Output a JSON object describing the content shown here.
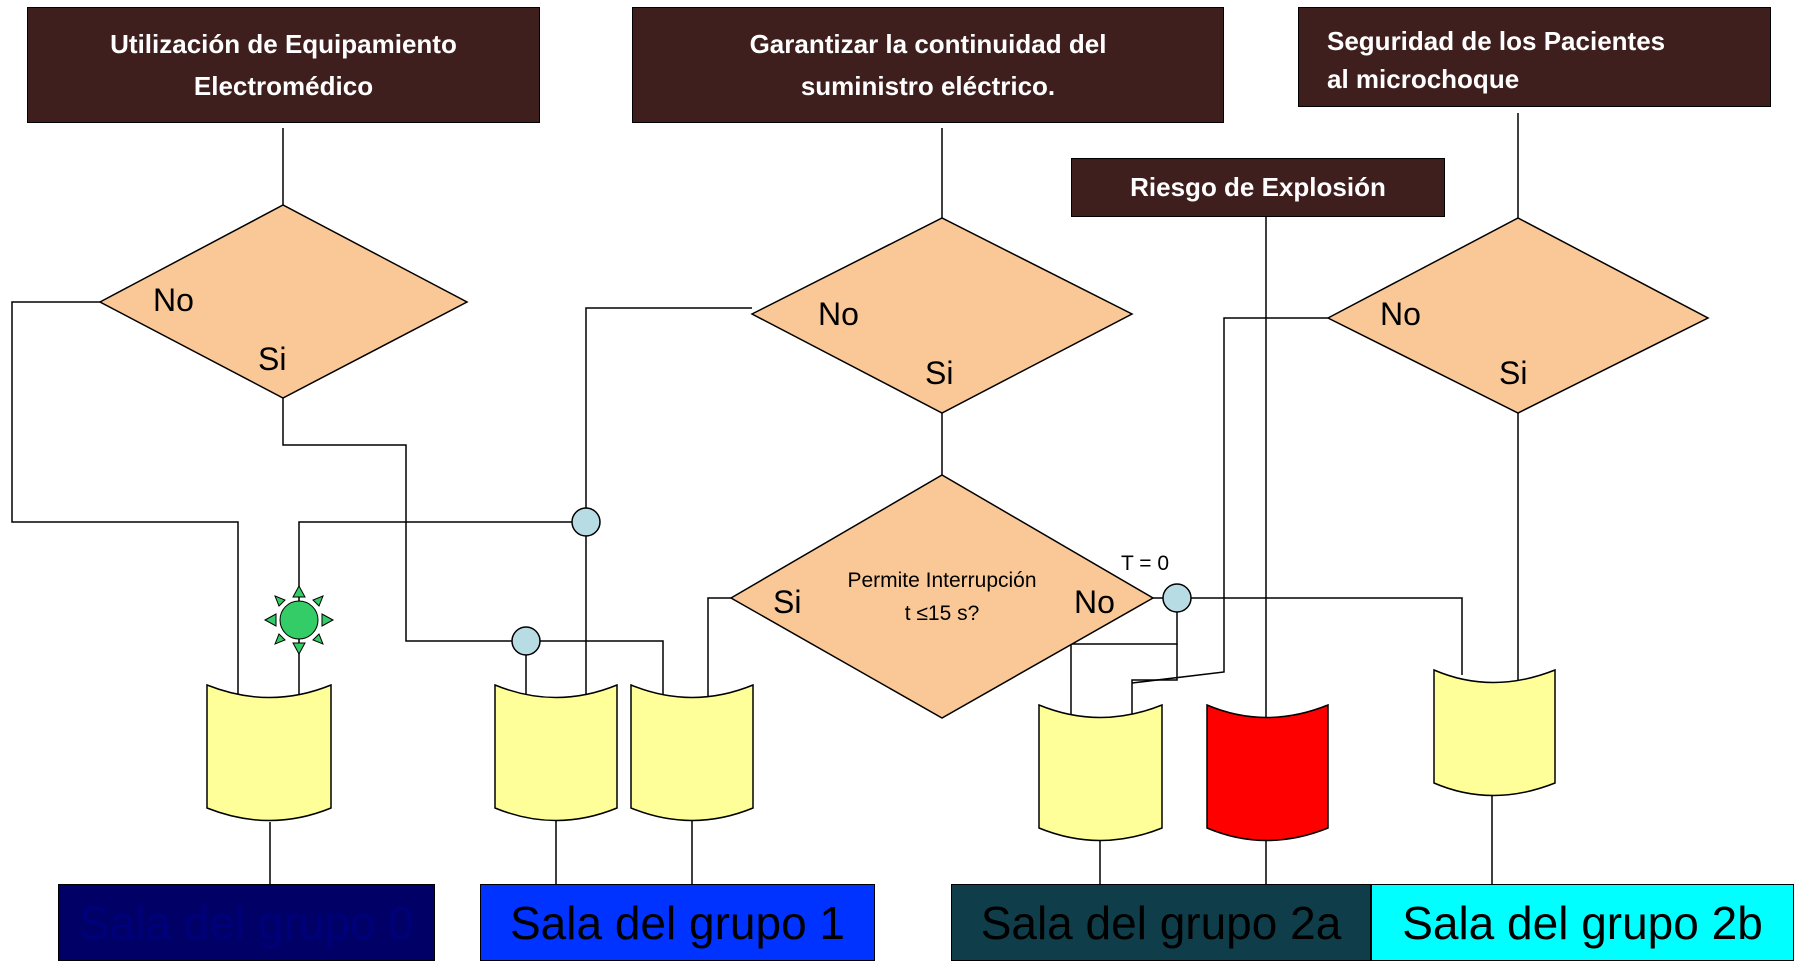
{
  "headers": {
    "equipment": {
      "line1": "Utilización de Equipamiento",
      "line2": "Electromédico"
    },
    "continuity": {
      "line1": "Garantizar la continuidad del",
      "line2": "suministro eléctrico."
    },
    "safety": {
      "line1": "Seguridad  de los Pacientes",
      "line2": "al microchoque"
    },
    "explosion": {
      "text": "Riesgo de Explosión"
    }
  },
  "decisions": {
    "equipment": {
      "no": "No",
      "yes": "Si"
    },
    "continuity": {
      "no": "No",
      "yes": "Si"
    },
    "safety": {
      "no": "No",
      "yes": "Si"
    },
    "interruption": {
      "question_line1": "Permite Interrupción",
      "question_line2": "t ≤15 s?",
      "yes": "Si",
      "no": "No"
    }
  },
  "time_label": "T = 0",
  "rooms": [
    {
      "label": "Sala del grupo 0",
      "bg": "#000066",
      "fg": "#00007a"
    },
    {
      "label": "Sala del grupo 1",
      "bg": "#0033ff",
      "fg": "#000000"
    },
    {
      "label": "Sala del grupo 2a",
      "bg": "#0f3d4a",
      "fg": "#000000"
    },
    {
      "label": "Sala del grupo 2b",
      "bg": "#00ffff",
      "fg": "#000000"
    }
  ],
  "colors": {
    "header_bg": "#3e1f1d",
    "diamond_fill": "#fac896",
    "cylinder_fill": "#ffff99",
    "danger_cylinder": "#ff0000",
    "connector_fill": "#b8dce4",
    "sun_fill": "#33cc66"
  }
}
